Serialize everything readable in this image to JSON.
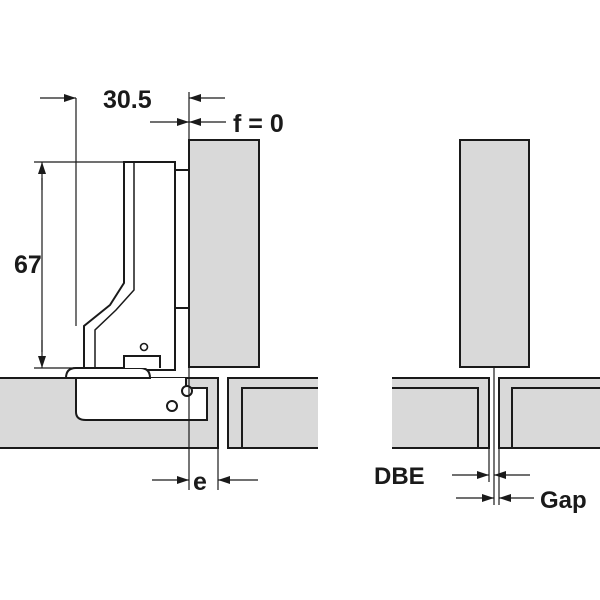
{
  "left_diagram": {
    "dim_width": "30.5",
    "dim_overlay": "f = 0",
    "dim_height": "67",
    "dim_edge": "e"
  },
  "right_diagram": {
    "dim_dbe": "DBE",
    "dim_gap": "Gap"
  },
  "colors": {
    "panel_fill": "#d9d9d9",
    "line": "#1a1a1a",
    "background": "#ffffff"
  }
}
